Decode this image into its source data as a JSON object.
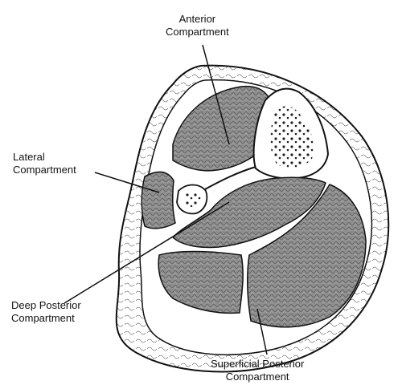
{
  "labels": {
    "anterior": {
      "line1": "Anterior",
      "line2": "Compartment"
    },
    "lateral": {
      "line1": "Lateral",
      "line2": "Compartment"
    },
    "deep_posterior": {
      "line1": "Deep Posterior",
      "line2": "Compartment"
    },
    "superficial_posterior": {
      "line1": "Superficial Posterior",
      "line2": "Compartment"
    }
  },
  "colors": {
    "muscle_fill": "#8c8c8c",
    "outline": "#111111",
    "bone_fill": "#ffffff",
    "background": "#ffffff"
  }
}
